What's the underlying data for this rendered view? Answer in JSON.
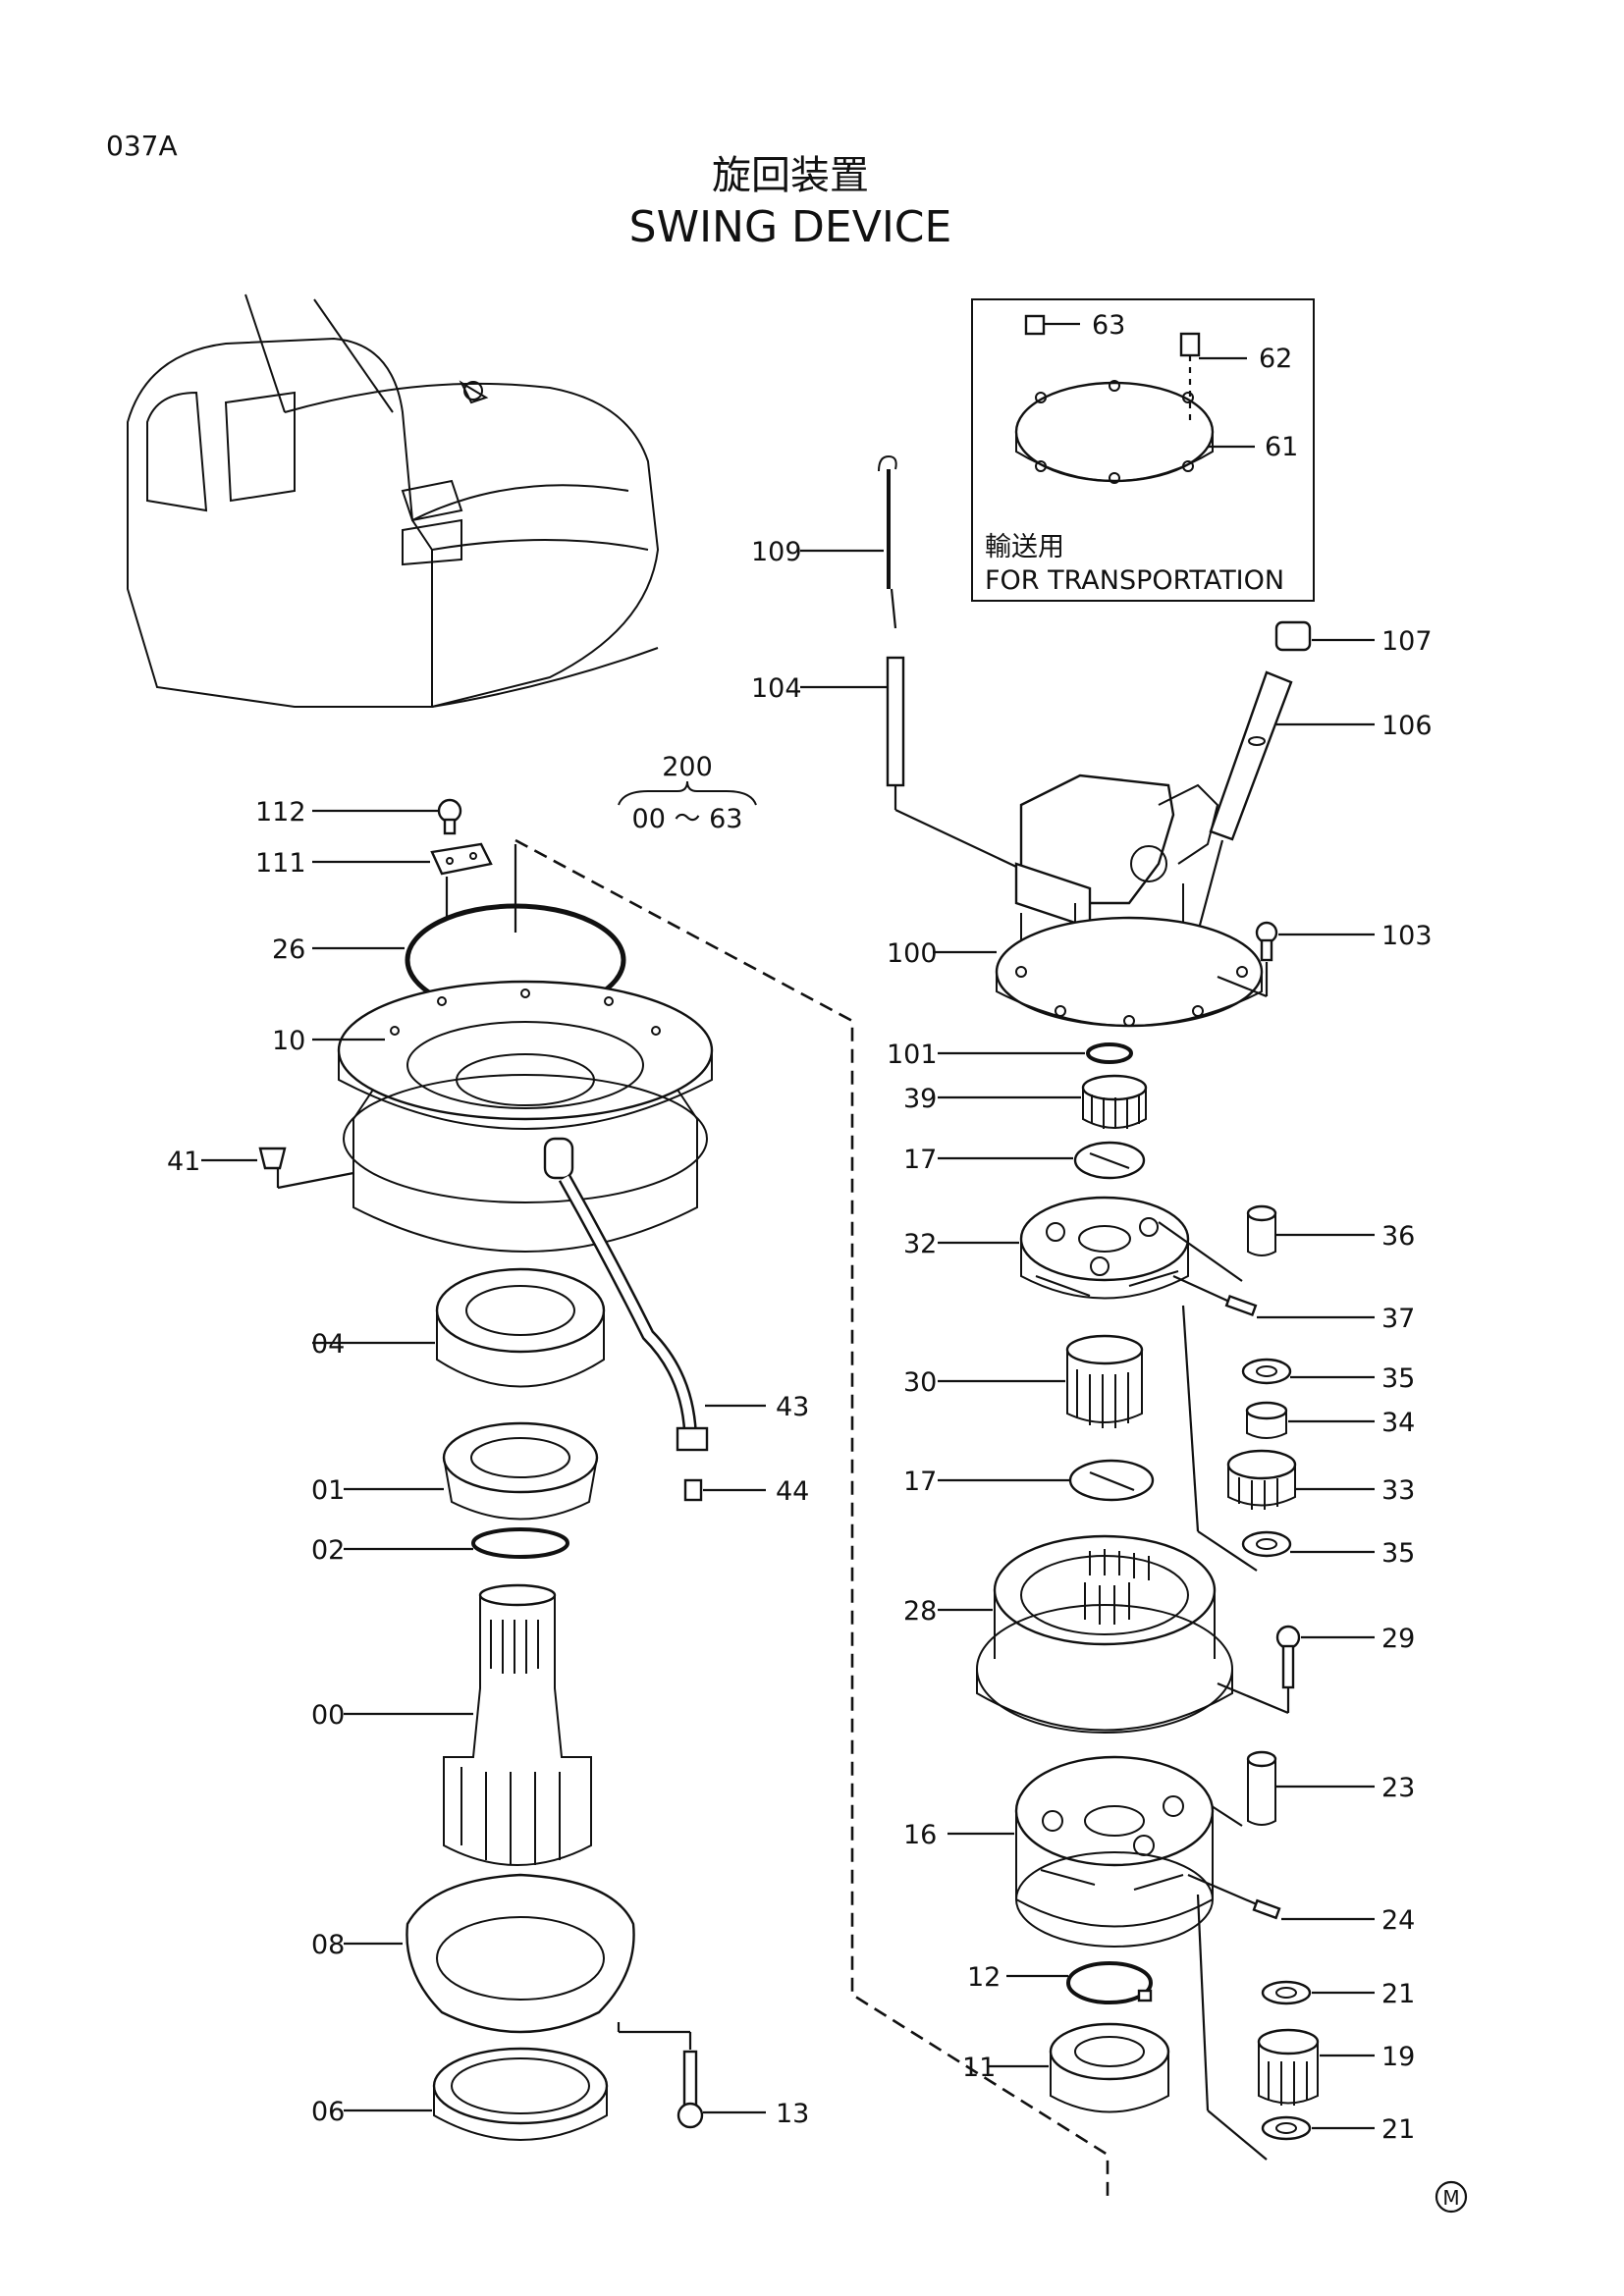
{
  "page_code": "037A",
  "title_jp": "旋回装置",
  "title_en": "SWING DEVICE",
  "inset": {
    "caption_jp": "輸送用",
    "caption_en": "FOR TRANSPORTATION"
  },
  "assembly": {
    "number": "200",
    "range": "00 ～ 63"
  },
  "mark": "M",
  "callouts": {
    "c00": "00",
    "c01": "01",
    "c02": "02",
    "c04": "04",
    "c06": "06",
    "c08": "08",
    "c10": "10",
    "c11": "11",
    "c12": "12",
    "c13": "13",
    "c16": "16",
    "c17a": "17",
    "c17b": "17",
    "c19": "19",
    "c21a": "21",
    "c21b": "21",
    "c23": "23",
    "c24": "24",
    "c26": "26",
    "c28": "28",
    "c29": "29",
    "c30": "30",
    "c32": "32",
    "c33": "33",
    "c34": "34",
    "c35a": "35",
    "c35b": "35",
    "c36": "36",
    "c37": "37",
    "c39": "39",
    "c41": "41",
    "c43": "43",
    "c44": "44",
    "c61": "61",
    "c62": "62",
    "c63": "63",
    "c100": "100",
    "c101": "101",
    "c103": "103",
    "c104": "104",
    "c106": "106",
    "c107": "107",
    "c109": "109",
    "c111": "111",
    "c112": "112"
  }
}
